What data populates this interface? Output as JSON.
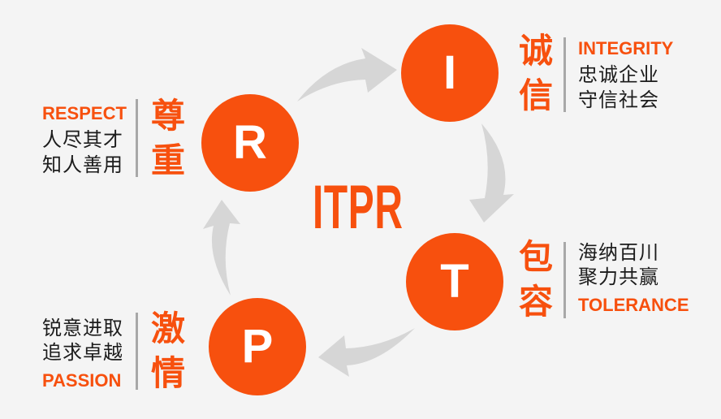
{
  "diagram": {
    "title": "ITPR",
    "type": "cycle",
    "flow": [
      "R → I",
      "I → T",
      "T → P",
      "P → R"
    ]
  },
  "colors": {
    "accent_orange": "#F7500E",
    "arrow_gray": "#D6D6D6",
    "divider_gray": "#A8A8A8",
    "text_dark": "#1C1C1C",
    "background": "#F4F4F4",
    "circle_letter": "#FFFFFF"
  },
  "nodes": {
    "integrity": {
      "letter": "I",
      "cjk": [
        "诚",
        "信"
      ],
      "english": "INTEGRITY",
      "desc": [
        "忠诚企业",
        "守信社会"
      ]
    },
    "tolerance": {
      "letter": "T",
      "cjk": [
        "包",
        "容"
      ],
      "english": "TOLERANCE",
      "desc": [
        "海纳百川",
        "聚力共赢"
      ]
    },
    "passion": {
      "letter": "P",
      "cjk": [
        "激",
        "情"
      ],
      "english": "PASSION",
      "desc": [
        "锐意进取",
        "追求卓越"
      ]
    },
    "respect": {
      "letter": "R",
      "cjk": [
        "尊",
        "重"
      ],
      "english": "RESPECT",
      "desc": [
        "人尽其才",
        "知人善用"
      ]
    }
  }
}
